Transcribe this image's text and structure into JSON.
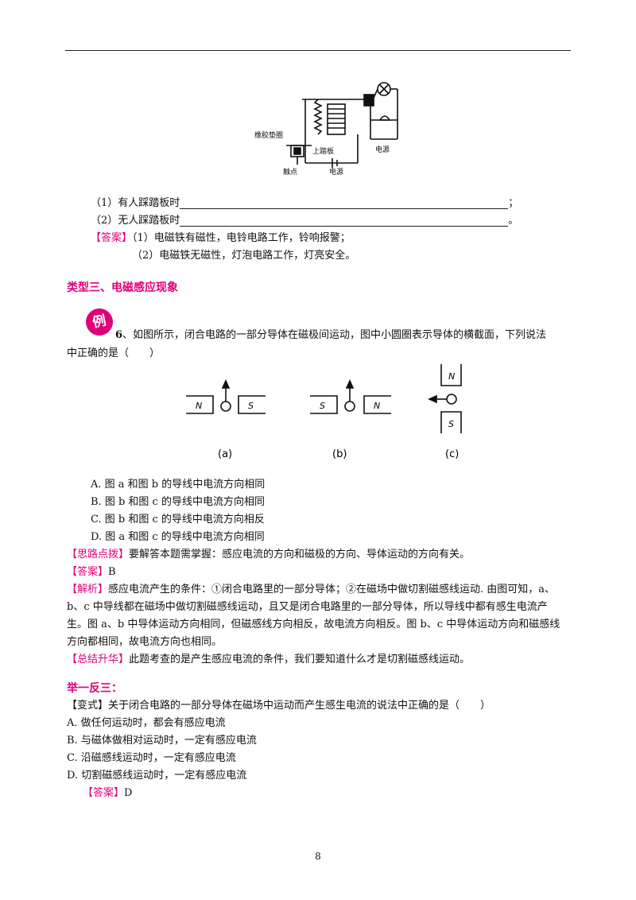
{
  "circuit": {
    "label_pad": "橡胶垫圈",
    "label_board": "上踏板",
    "label_contact": "触点",
    "label_power1": "电源",
    "label_power2": "电源"
  },
  "q_fill": {
    "line1_prefix": "（1）有人踩踏板时",
    "line1_end": "；",
    "line2_prefix": "（2）无人踩踏板时",
    "line2_end": "。",
    "answer_tag": "【答案】",
    "answer_line1": "（1）电磁铁有磁性，电铃电路工作，铃响报警；",
    "answer_line2": "（2）电磁铁无磁性，灯泡电路工作，灯亮安全。"
  },
  "section3_title": "类型三、电磁感应现象",
  "example": {
    "badge": "例",
    "number": "6",
    "stem_line1": "、如图所示，闭合电路的一部分导体在磁极间运动，图中小圆圈表示导体的横截面，下列说法",
    "stem_line2": "中正确的是（　　）"
  },
  "figure": {
    "a": {
      "left_pole": "N",
      "right_pole": "S",
      "caption": "(a)"
    },
    "b": {
      "left_pole": "S",
      "right_pole": "N",
      "caption": "(b)"
    },
    "c": {
      "top_pole": "N",
      "bottom_pole": "S",
      "caption": "(c)"
    }
  },
  "options": [
    "A. 图 a 和图 b 的导线中电流方向相同",
    "B. 图 b 和图 c 的导线中电流方向相同",
    "C. 图 b 和图 c 的导线中电流方向相反",
    "D. 图 a 和图 c 的导线中电流方向相同"
  ],
  "hint": {
    "tag": "【思路点拨】",
    "text": "要解答本题需掌握：感应电流的方向和磁极的方向、导体运动的方向有关。"
  },
  "answer": {
    "tag": "【答案】",
    "text": "B"
  },
  "analysis": {
    "tag": "【解析】",
    "line1": "感应电流产生的条件：①闭合电路里的一部分导体；②在磁场中做切割磁感线运动. 由图可知，a、",
    "line2": "b、c 中导线都在磁场中做切割磁感线运动，且又是闭合电路里的一部分导体，所以导线中都有感生电流产",
    "line3": "生。图 a、b 中导体运动方向相同，但磁感线方向相反，故电流方向相反。图 b、c 中导体运动方向和磁感线",
    "line4": "方向都相同，故电流方向也相同。"
  },
  "summary": {
    "tag": "【总结升华】",
    "text": "此题考查的是产生感应电流的条件，我们要知道什么才是切割磁感线运动。"
  },
  "practice": {
    "title": "举一反三：",
    "stem": "【变式】关于闭合电路的一部分导体在磁场中运动而产生感生电流的说法中正确的是（　　）",
    "options": [
      "A. 做任何运动时，都会有感应电流",
      "B. 与磁体做相对运动时，一定有感应电流",
      "C. 沿磁感线运动时，一定有感应电流",
      "D. 切割磁感线运动时，一定有感应电流"
    ],
    "answer_tag": "【答案】",
    "answer_text": "D"
  },
  "page_number": "8"
}
